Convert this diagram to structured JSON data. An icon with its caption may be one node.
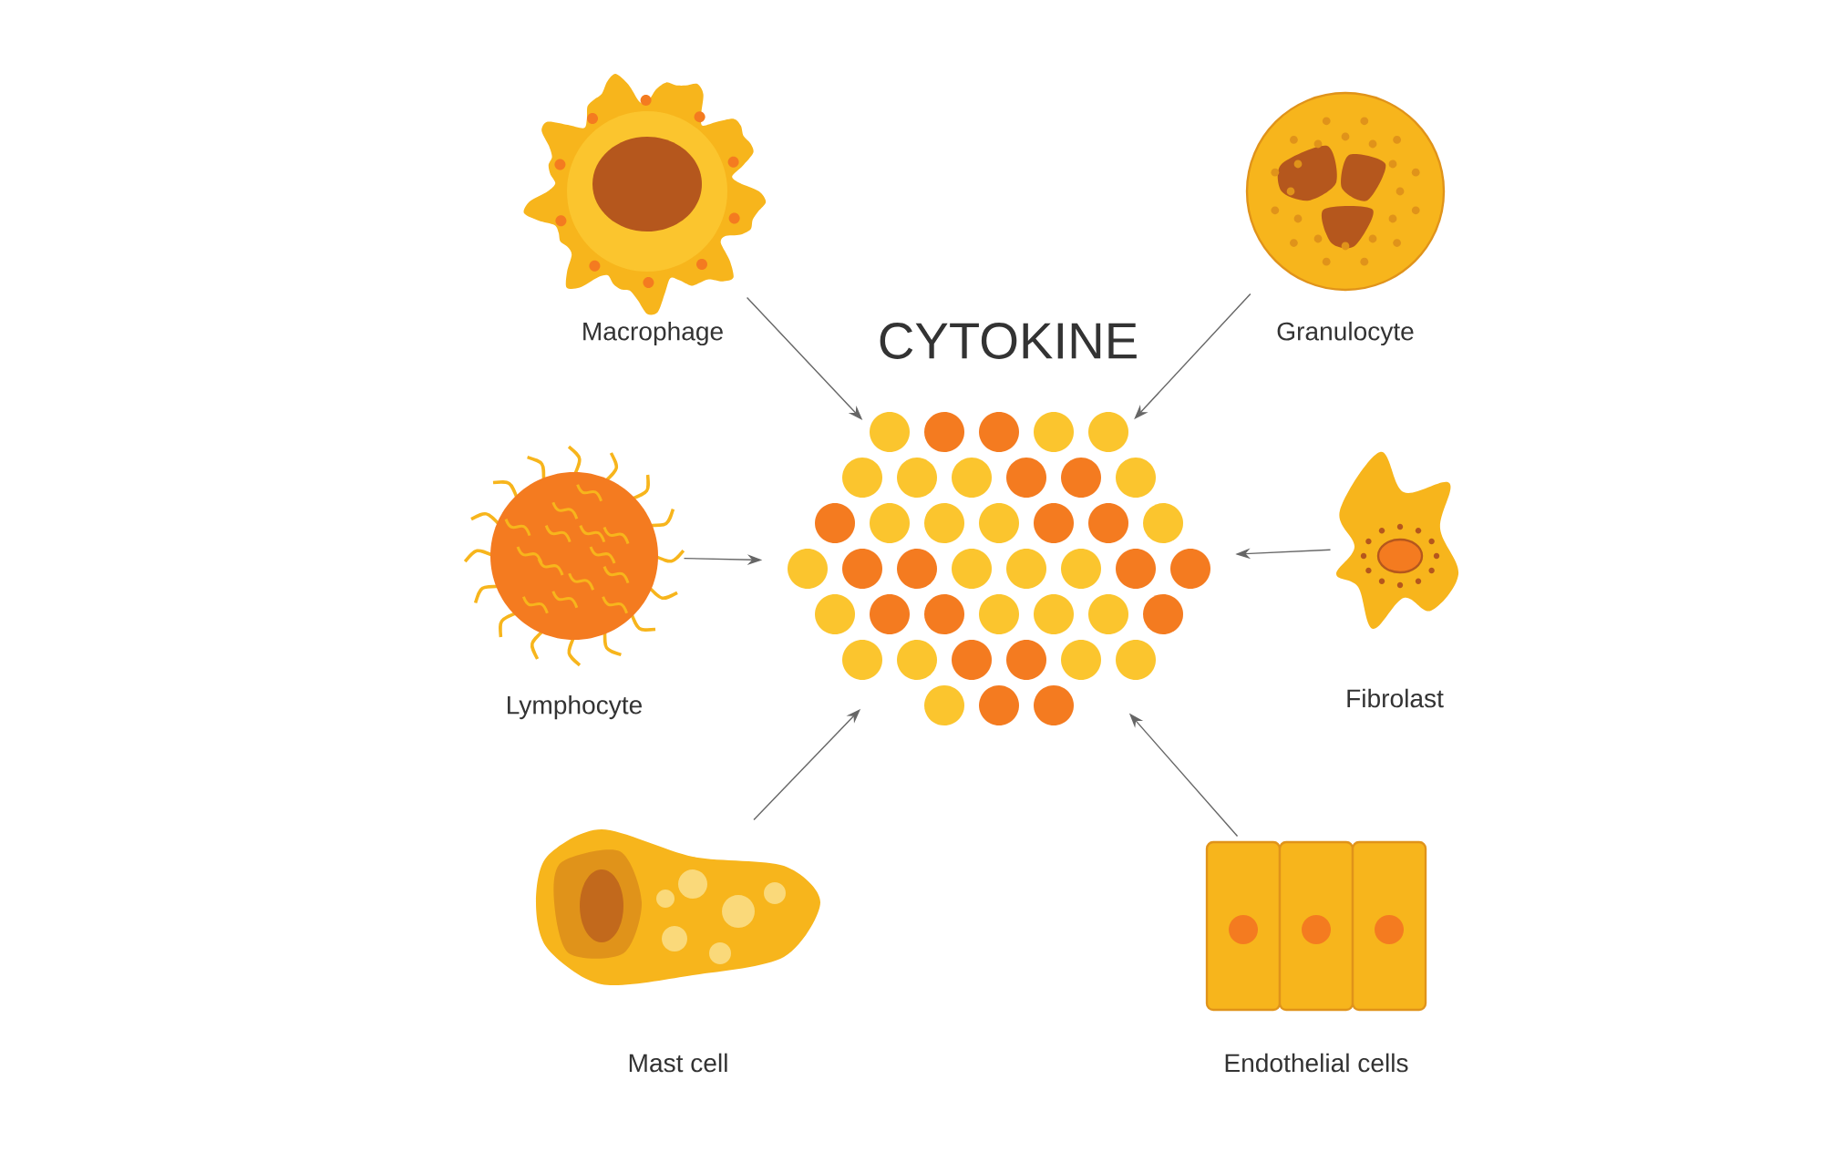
{
  "diagram": {
    "nodes": [
      {
        "text": [
          "Macrophage"
        ]
      },
      {
        "text": [
          "CYTOKINE"
        ]
      },
      {
        "text": [
          "Granulocyte"
        ]
      },
      {
        "text": [
          "Lymphocyte"
        ]
      },
      {
        "text": [
          "Fibrolast"
        ]
      },
      {
        "text": [
          "Mast cell"
        ]
      },
      {
        "text": [
          "Endothelial cells"
        ]
      }
    ],
    "edges": [
      {
        "from": 0,
        "to": 1,
        "arrow": "to"
      },
      {
        "from": 2,
        "to": 1,
        "arrow": "to"
      },
      {
        "from": 3,
        "to": 1,
        "arrow": "to"
      },
      {
        "from": 4,
        "to": 1,
        "arrow": "to"
      },
      {
        "from": 5,
        "to": 1,
        "arrow": "to"
      },
      {
        "from": 6,
        "to": 1,
        "arrow": "to"
      }
    ]
  }
}
